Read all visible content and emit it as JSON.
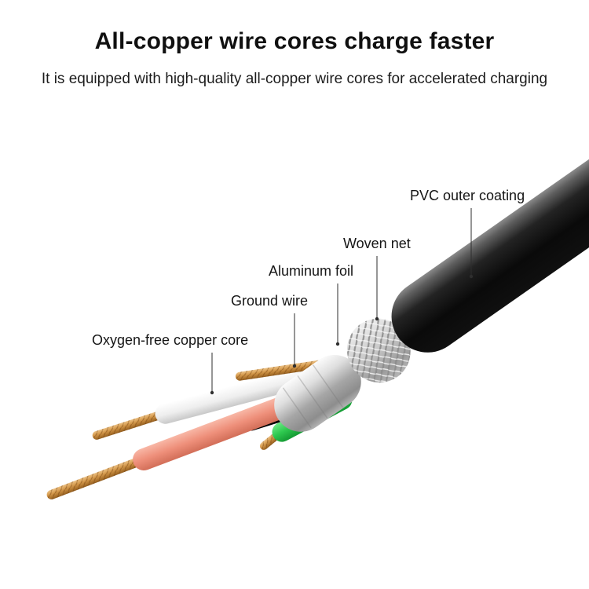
{
  "header": {
    "title": "All-copper wire cores charge faster",
    "subtitle": "It is equipped with high-quality all-copper wire cores for accelerated charging"
  },
  "diagram": {
    "type": "usb-cable-cutaway-illustration",
    "labels": {
      "pvc": "PVC outer coating",
      "woven": "Woven net",
      "foil": "Aluminum foil",
      "ground": "Ground wire",
      "core": "Oxygen-free copper core"
    },
    "colors": {
      "background": "#ffffff",
      "pvc_jacket": "#0d0d0d",
      "woven_net": "#c9c9c9",
      "aluminum_foil": "#b3b3b3",
      "copper": "#c78d44",
      "wire_white": "#eeeeee",
      "wire_salmon": "#ee8f7a",
      "wire_green": "#2ec94f",
      "wire_black": "#1e1e1e",
      "leader_line": "#2e2e2e",
      "text": "#111111"
    }
  }
}
